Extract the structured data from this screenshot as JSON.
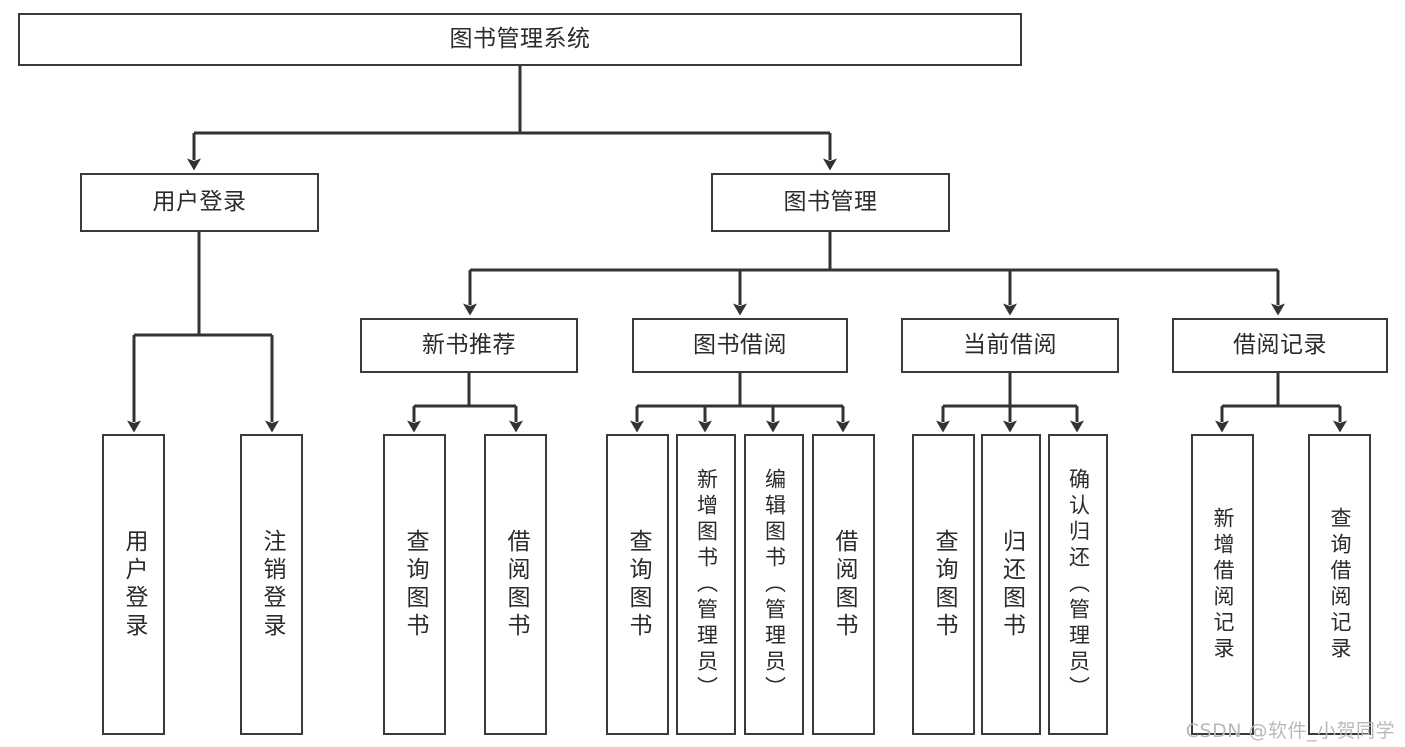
{
  "diagram": {
    "title": "图书管理系统",
    "type": "tree",
    "colors": {
      "border": "#3a3a3a",
      "text": "#2b2b2b",
      "background": "#ffffff",
      "connector": "#333333",
      "watermark": "#b9b9b9"
    },
    "root": {
      "label": "图书管理系统"
    },
    "level2": [
      {
        "label": "用户登录"
      },
      {
        "label": "图书管理"
      }
    ],
    "level3": [
      {
        "label": "新书推荐"
      },
      {
        "label": "图书借阅"
      },
      {
        "label": "当前借阅"
      },
      {
        "label": "借阅记录"
      }
    ],
    "leaves": {
      "user_login": [
        {
          "label": "用户登录"
        },
        {
          "label": "注销登录"
        }
      ],
      "new_book_recommend": [
        {
          "label": "查询图书"
        },
        {
          "label": "借阅图书"
        }
      ],
      "book_borrow": [
        {
          "label": "查询图书"
        },
        {
          "label": "新增图书（管理员）"
        },
        {
          "label": "编辑图书（管理员）"
        },
        {
          "label": "借阅图书"
        }
      ],
      "current_borrow": [
        {
          "label": "查询图书"
        },
        {
          "label": "归还图书"
        },
        {
          "label": "确认归还（管理员）"
        }
      ],
      "borrow_record": [
        {
          "label": "新增借阅记录"
        },
        {
          "label": "查询借阅记录"
        }
      ]
    }
  },
  "watermark": {
    "text": "CSDN @软件_小贺同学"
  }
}
